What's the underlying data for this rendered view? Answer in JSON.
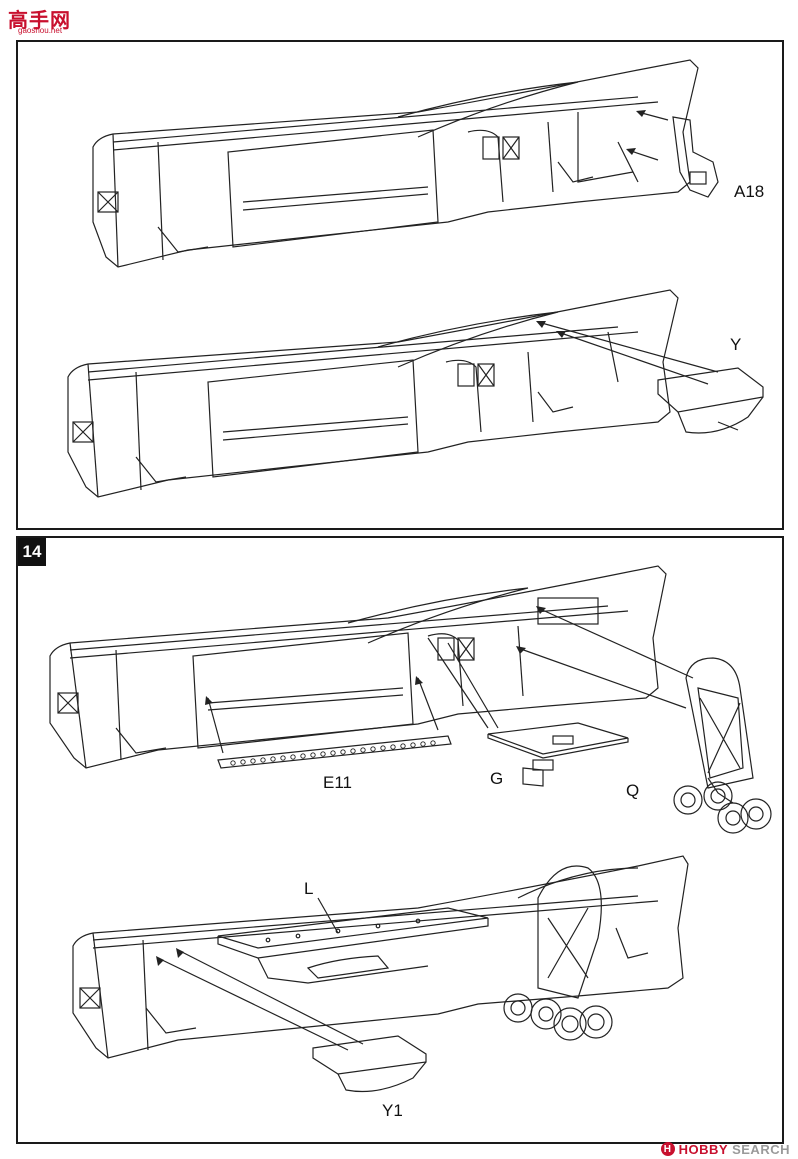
{
  "watermark_top": {
    "text": "高手网",
    "subtext": "gaoshou.net"
  },
  "watermark_bottom": {
    "brand": "HOBBY",
    "suffix": "SEARCH",
    "mark": "H"
  },
  "steps": [
    {
      "number": "",
      "labels": {
        "a18": "A18",
        "y": "Y"
      }
    },
    {
      "number": "14",
      "labels": {
        "e11": "E11",
        "g": "G",
        "q": "Q",
        "l": "L",
        "y1": "Y1"
      }
    }
  ]
}
